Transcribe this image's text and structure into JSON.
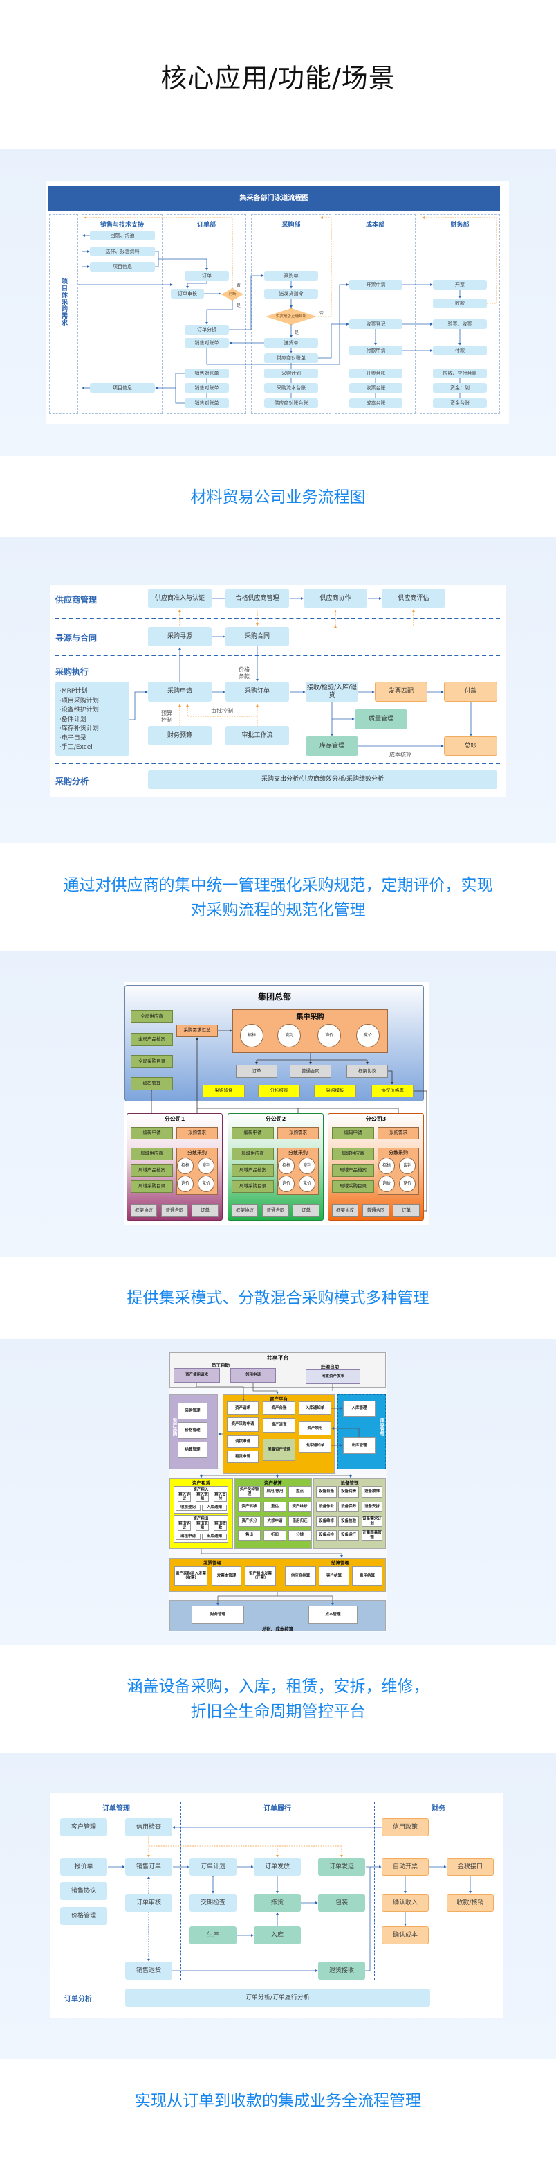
{
  "page_title": "核心应用/功能/场景",
  "captions": {
    "c1": "材料贸易公司业务流程图",
    "c2": [
      "通过对供应商的集中统一管理强化采购规范，定期评价，实现",
      "对采购流程的规范化管理"
    ],
    "c3": "提供集采模式、分散混合采购模式多种管理",
    "c4": [
      "涵盖设备采购，入库，租赁，安拆，维修，",
      "折旧全生命周期管控平台"
    ],
    "c5": "实现从订单到收款的集成业务全流程管理"
  },
  "d1": {
    "title": "集采各部门泳道流程图",
    "lanes": [
      "项目体采购需求",
      "销售与技术支持",
      "订单部",
      "采购部",
      "成本部",
      "财务部"
    ],
    "sales": [
      "回馈、沟通",
      "送样、报验资料",
      "项目信息",
      "项目信息"
    ],
    "order": [
      "订单",
      "订单审核",
      "订单分拆",
      "销售对账单",
      "销售对账单",
      "销售对账单",
      "销售对账单"
    ],
    "order_decision": "判断",
    "purchase": [
      "采购单",
      "送发货指令",
      "送货单",
      "供应商对账单",
      "采购计划",
      "采购流水台账",
      "供应商对账台账"
    ],
    "purchase_decision": "供货是否正确判断",
    "cost": [
      "开票申请",
      "收票登记",
      "付款申请",
      "开票台账",
      "收票台账",
      "成本台账"
    ],
    "finance": [
      "开票",
      "收款",
      "验票、收票",
      "付款",
      "应收、应付台账",
      "资金计划",
      "资金台账"
    ],
    "yes": "是",
    "no": "否"
  },
  "d2": {
    "rows": [
      "供应商管理",
      "寻源与合同",
      "采购执行",
      "采购分析"
    ],
    "supplier": [
      "供应商准入与认证",
      "合格供应商管理",
      "供应商协作",
      "供应商评估"
    ],
    "sourcing": [
      "采购寻源",
      "采购合同"
    ],
    "plans": [
      "MRP计划",
      "项目采购计划",
      "设备维护计划",
      "备件计划",
      "库存补货计划",
      "电子目录",
      "手工/Excel"
    ],
    "exec": {
      "apply": "采购申请",
      "order": "采购订单",
      "receive": "接收/检验/入库/退货",
      "invoice_match": "发票匹配",
      "pay": "付款",
      "quality": "质量管理",
      "inventory": "库存管理",
      "ledger": "总帐",
      "budget": "财务预算",
      "workflow": "审批工作流"
    },
    "notes": {
      "price_terms": "价格条款",
      "budget_control": "预算控制",
      "approval_control": "审批控制",
      "cost_accounting": "成本核算"
    },
    "analysis": "采购支出分析/供应商绩效分析/采购绩效分析"
  },
  "d3": {
    "hq": "集团总部",
    "global": [
      "全局供应商",
      "全局产品档案",
      "全局采购目录",
      "编码管理"
    ],
    "demand_summary": "采购需求汇总",
    "central": {
      "title": "集中采购",
      "methods": [
        "招标",
        "谈判",
        "询价",
        "竞价"
      ]
    },
    "outputs": [
      "订单",
      "普通合同",
      "框架协议"
    ],
    "tools": [
      "采购监督",
      "分析报表",
      "采购模板",
      "协议价格库"
    ],
    "branches": [
      {
        "title": "分公司1",
        "code": "编码申请",
        "demand": "采购需求",
        "local": [
          "局域供应商",
          "局域产品档案",
          "局域采购目录"
        ],
        "dispersed": "分散采购",
        "methods": [
          "招标",
          "谈判",
          "询价",
          "竞价"
        ],
        "outputs": [
          "框架协议",
          "普通合同",
          "订单"
        ]
      },
      {
        "title": "分公司2",
        "code": "编码申请",
        "demand": "采购需求",
        "local": [
          "局域供应商",
          "局域产品档案",
          "局域采购目录"
        ],
        "dispersed": "分散采购",
        "methods": [
          "招标",
          "谈判",
          "询价",
          "竞价"
        ],
        "outputs": [
          "框架协议",
          "普通合同",
          "订单"
        ]
      },
      {
        "title": "分公司3",
        "code": "编码申请",
        "demand": "采购需求",
        "local": [
          "局域供应商",
          "局域产品档案",
          "局域采购目录"
        ],
        "dispersed": "分散采购",
        "methods": [
          "招标",
          "谈判",
          "询价",
          "竞价"
        ],
        "outputs": [
          "框架协议",
          "普通合同",
          "订单"
        ]
      }
    ]
  },
  "d4": {
    "platform": {
      "title": "共享平台",
      "employee": "员工自助",
      "manager": "经理自助",
      "items": [
        "资产使用请求",
        "领用申请",
        "闲置资产发布"
      ]
    },
    "procure": {
      "title": "资产采购",
      "items": [
        "采购管理",
        "价格管理",
        "结算管理"
      ]
    },
    "asset_platform": {
      "title": "资产平台",
      "col1": [
        "资产请求",
        "资产采购申请",
        "调拨申请",
        "租赁申请"
      ],
      "col2": [
        "资产台账",
        "资产清查",
        "闲置资产管理"
      ],
      "col3": [
        "入库通知单",
        "资产领用",
        "出库通知单"
      ]
    },
    "stock": {
      "title": "库存管理",
      "items": [
        "入库管理",
        "出库管理"
      ]
    },
    "lease": {
      "title": "资产租赁",
      "in_title": "资产租入",
      "in_items": [
        "租入协议",
        "租入退租",
        "租入支付"
      ],
      "in_sub": [
        "收票登记",
        "入库通知"
      ],
      "out_title": "资产租出",
      "out_items": [
        "租出协议",
        "租出退租",
        "租出收款"
      ],
      "out_sub": [
        "出租申请",
        "出库通知"
      ]
    },
    "accounting": {
      "title": "资产核算",
      "items": [
        "资产变动管理",
        "启用/停用",
        "盘点",
        "资产转移",
        "重估",
        "资产维修",
        "资产拆分",
        "大修申请",
        "借用归还",
        "售出",
        "折旧",
        "分摊"
      ]
    },
    "equipment": {
      "title": "设备管理",
      "items": [
        "设备台账",
        "设备润滑",
        "设备故障",
        "设备作业",
        "设备保养",
        "设备安拆",
        "设备维修",
        "设备检验",
        "设备需求计划",
        "设备点检",
        "设备运行",
        "计量器具管理"
      ]
    },
    "invoice": {
      "title": "发票管理",
      "items": [
        "资产采购租入发票（收票）",
        "发票本管理",
        "资产租出发票（开票）"
      ]
    },
    "settlement": {
      "title": "结算管理",
      "items": [
        "供应商结算",
        "客户结算",
        "费用结算"
      ]
    },
    "ledger": {
      "title": "总账、成本核算",
      "items": [
        "财务管理",
        "成本管理"
      ]
    }
  },
  "d5": {
    "headers": [
      "订单管理",
      "订单履行",
      "财务"
    ],
    "order_mgmt": {
      "customer": "客户管理",
      "credit_check": "信用检查",
      "quote": "报价单",
      "sales_order": "销售订单",
      "agreement": "销售协议",
      "price": "价格管理",
      "review": "订单审核",
      "return": "销售退货"
    },
    "fulfill": {
      "plan": "订单计划",
      "release": "订单发放",
      "ship": "订单发运",
      "delivery_check": "交期检查",
      "pick": "拣货",
      "pack": "包装",
      "produce": "生产",
      "stock_in": "入库",
      "return_recv": "退货接收"
    },
    "finance": {
      "credit_policy": "信用政策",
      "auto_invoice": "自动开票",
      "tax": "金税接口",
      "revenue": "确认收入",
      "collect": "收款/核销",
      "cost": "确认成本"
    },
    "analysis_label": "订单分析",
    "analysis": "订单分析/订单履行分析"
  }
}
